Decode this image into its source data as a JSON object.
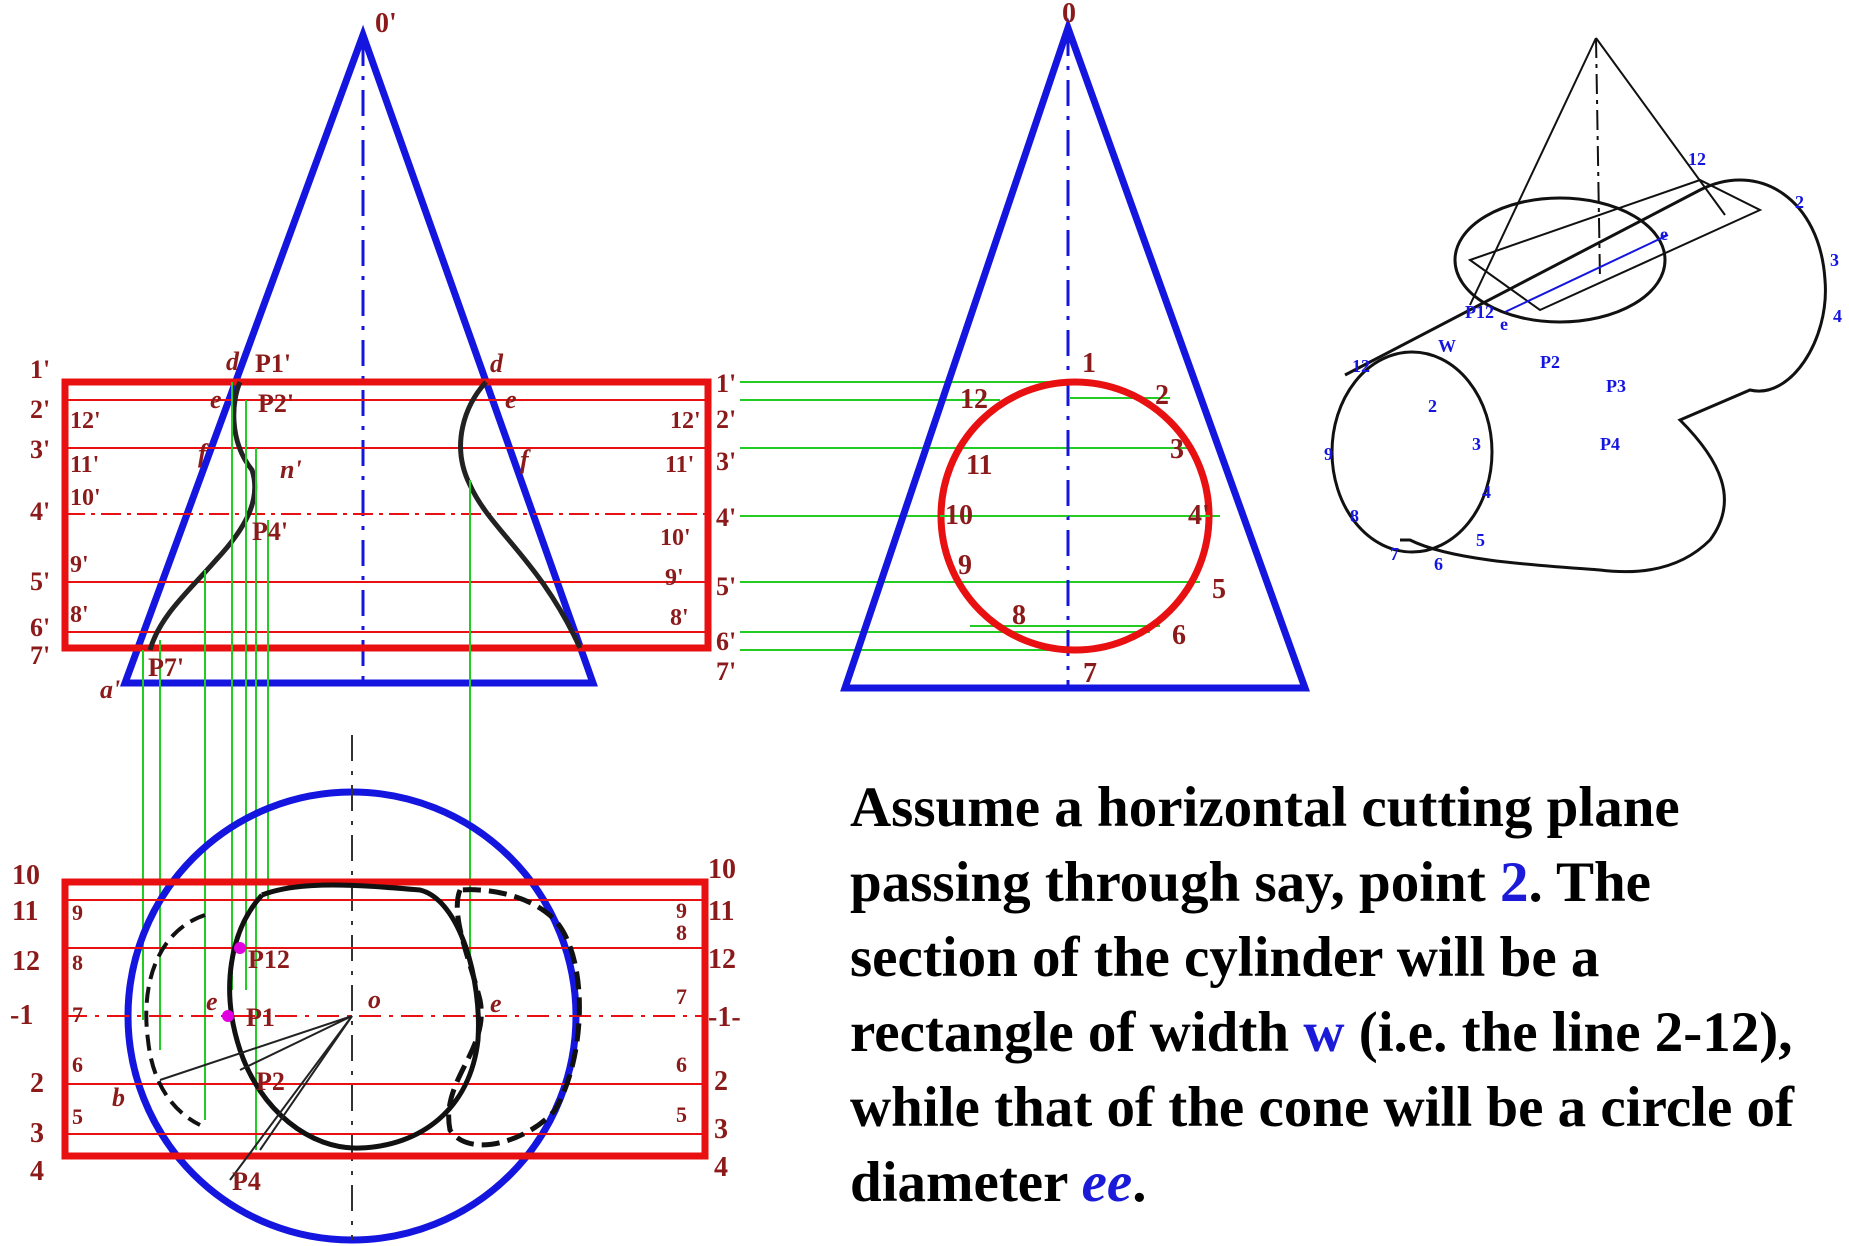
{
  "colors": {
    "cone": "#1515e0",
    "cylinder": "#e81010",
    "projector": "#22cc22",
    "label": "#8b1a1a",
    "iso_label": "#1515e0",
    "point": "#e000e0"
  },
  "front_view": {
    "apex_label": "0'",
    "cylinder_left_labels": [
      "1'",
      "2'",
      "3'",
      "4'",
      "5'",
      "6'",
      "7'"
    ],
    "cylinder_right_labels": [
      "1'",
      "2'",
      "3'",
      "4'",
      "5'",
      "6'",
      "7'"
    ],
    "inner_left_labels": [
      "12'",
      "11'",
      "10'",
      "9'",
      "8'"
    ],
    "inner_right_labels": [
      "12'",
      "11'",
      "10'",
      "9'",
      "8'"
    ],
    "curve_labels": {
      "d_left": "d",
      "e_left": "e",
      "f_left": "f",
      "d_right": "d",
      "e_right": "e",
      "f_right": "f",
      "a": "a'",
      "p1": "P1'",
      "p2": "P2'",
      "p4": "P4'",
      "p7": "P7'",
      "n": "n'"
    }
  },
  "side_view": {
    "apex_label": "0",
    "circle_labels": [
      "1",
      "2",
      "3",
      "4'",
      "5",
      "6",
      "7",
      "8",
      "9",
      "10",
      "11",
      "12"
    ]
  },
  "top_view": {
    "left_outer_labels": [
      "10",
      "11",
      "12",
      "-1",
      "2",
      "3",
      "4"
    ],
    "right_outer_labels": [
      "10",
      "11",
      "12",
      "-1-",
      "2",
      "3",
      "4"
    ],
    "left_inner_labels": [
      "9",
      "8",
      "7",
      "6",
      "5"
    ],
    "right_inner_labels": [
      "9",
      "8",
      "7",
      "6",
      "5"
    ],
    "center_label": "o",
    "curve_labels": {
      "b": "b",
      "e_left": "e",
      "e_right": "e",
      "p12": "P12",
      "p1": "P1",
      "p2": "P2",
      "p4": "P4"
    }
  },
  "isometric": {
    "labels": [
      "12",
      "2",
      "3",
      "4",
      "e",
      "e",
      "P12",
      "W",
      "P2",
      "P3",
      "P4",
      "12",
      "2",
      "3",
      "4",
      "5",
      "6",
      "7",
      "8",
      "9"
    ]
  },
  "caption": {
    "part1": "Assume a horizontal cutting plane passing through say, point ",
    "point": "2",
    "part2": ". The section of the cylinder will be a rectangle of width ",
    "width_symbol": "w",
    "part3": " (i.e. the line 2-12), while that of the cone will be a circle of diameter ",
    "diameter_symbol": "ee",
    "part4": "."
  }
}
